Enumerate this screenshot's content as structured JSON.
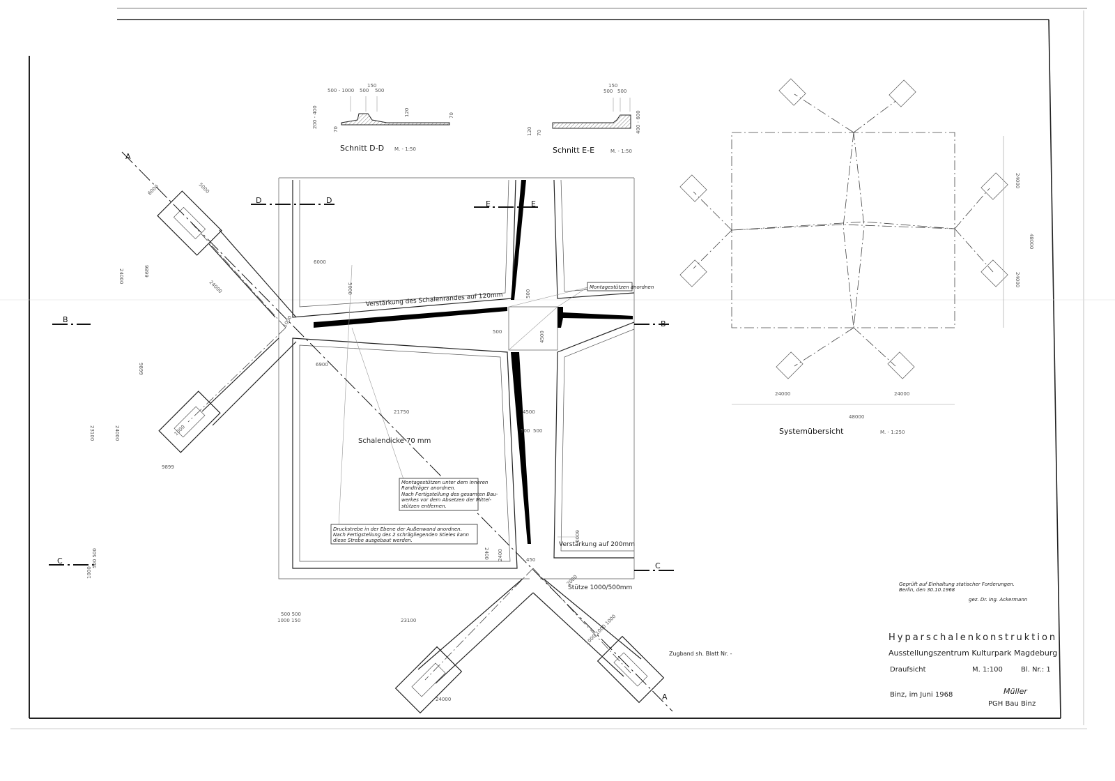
{
  "title_block": {
    "title": "Hyparschalenkonstruktion",
    "project": "Ausstellungszentrum Kulturpark Magdeburg",
    "view": "Draufsicht",
    "scale": "M. 1:100",
    "sheet": "Bl. Nr.: 1",
    "place_date": "Binz, im Juni 1968",
    "company": "PGH Bau Binz",
    "signature": "Müller"
  },
  "approval": {
    "line1": "Geprüft auf Einhaltung statischer Forderungen.",
    "line2": "Berlin, den 30.10.1968",
    "signed": "gez. Dr. Ing. Ackermann"
  },
  "sections": {
    "dd_title": "Schnitt D-D",
    "dd_scale": "M. - 1:50",
    "ee_title": "Schnitt E-E",
    "ee_scale": "M. - 1:50",
    "dd_dims": [
      "500 - 1000",
      "150",
      "500",
      "500",
      "200 - 400",
      "70",
      "120",
      "70"
    ],
    "ee_dims": [
      "150",
      "500",
      "500",
      "120",
      "70",
      "400 - 600"
    ]
  },
  "overview": {
    "title": "Systemübersicht",
    "scale": "M. - 1:250",
    "dims": [
      "24000",
      "24000",
      "48000",
      "24000",
      "48000",
      "24000"
    ]
  },
  "plan": {
    "cut_labels": [
      "A",
      "A",
      "B",
      "B",
      "C",
      "C",
      "D",
      "D",
      "E",
      "E"
    ],
    "texts": {
      "edge_reinforcement": "Verstärkung des Schalenrandes auf 120mm",
      "shell_thickness": "Schalendicke 70 mm",
      "reinforcement_200": "Verstärkung auf 200mm",
      "column": "Stütze 1000/500mm",
      "tie": "Zugband sh. Blatt Nr. -",
      "mount_supports": "Montagestützen anordnen"
    },
    "note_inner": [
      "Montagestützen unter dem inneren",
      "Randträger anordnen.",
      "Nach Fertigstellung des gesamten Bau-",
      "werkes vor dem Absetzen der Mittel-",
      "stützen entfernen."
    ],
    "note_strut": [
      "Druckstrebe in der Ebene der Außenwand anordnen.",
      "Nach Fertigstellung des 2 schrägliegenden Stieles kann",
      "diese Strebe ausgebaut werden."
    ],
    "dims": [
      "6000",
      "5000",
      "5000",
      "24000",
      "9899",
      "24000",
      "9899",
      "23100",
      "24000",
      "9899",
      "1000",
      "6000",
      "500",
      "4500",
      "500",
      "6900",
      "21750",
      "4500",
      "500",
      "500",
      "2400",
      "2400",
      "450",
      "6000",
      "2000",
      "500 500",
      "1000 150",
      "23100",
      "24000",
      "1000 1000 1000",
      "1000",
      "500 500",
      "1000"
    ]
  }
}
